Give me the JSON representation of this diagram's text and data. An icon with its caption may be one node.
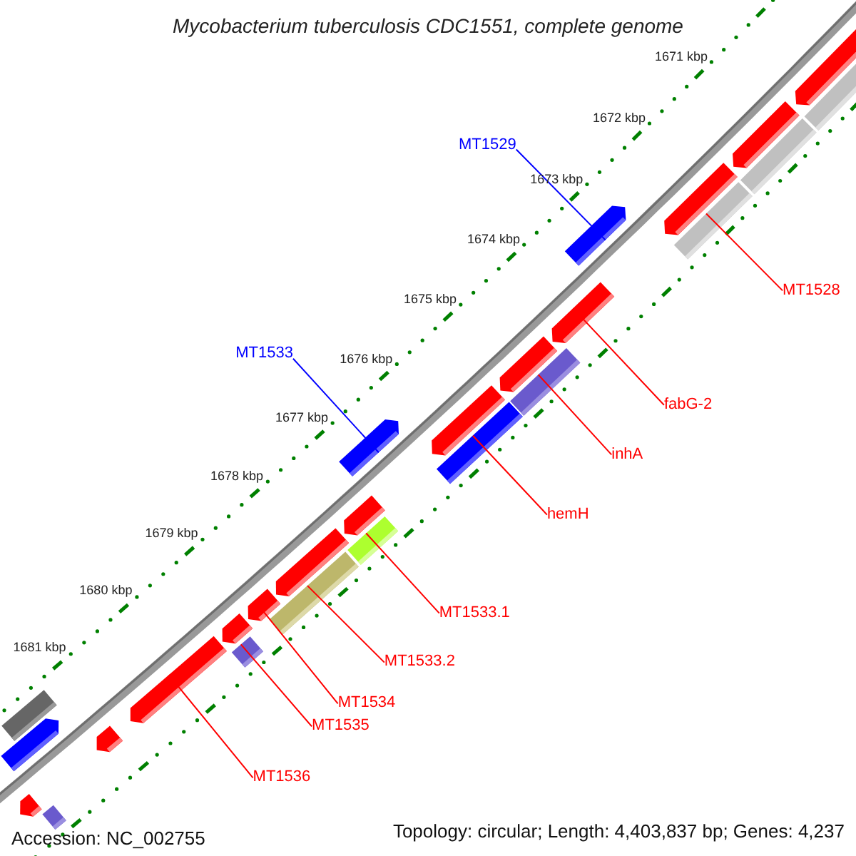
{
  "diagram": {
    "title": "Mycobacterium tuberculosis CDC1551, complete genome",
    "nodes": [
      {
        "text": [
          "MT1529"
        ]
      },
      {
        "text": [
          "MT1528"
        ]
      },
      {
        "text": [
          "MT1533"
        ]
      },
      {
        "text": [
          "fabG-2"
        ]
      },
      {
        "text": [
          "inhA"
        ]
      },
      {
        "text": [
          "hemH"
        ]
      },
      {
        "text": [
          "MT1533.1"
        ]
      },
      {
        "text": [
          "MT1533.2"
        ]
      },
      {
        "text": [
          "MT1534"
        ]
      },
      {
        "text": [
          "MT1535"
        ]
      },
      {
        "text": [
          "MT1536"
        ]
      },
      {
        "text": [],
        "shape": "bar"
      },
      {
        "text": [],
        "shape": "bar"
      },
      {
        "text": [],
        "shape": "bar"
      },
      {
        "text": [],
        "shape": "bar"
      },
      {
        "text": [],
        "shape": "bar"
      },
      {
        "text": [],
        "shape": "bar"
      },
      {
        "text": [],
        "shape": "bar"
      },
      {
        "text": [],
        "shape": "bar"
      },
      {
        "text": [],
        "shape": "bar"
      },
      {
        "text": [],
        "shape": "bar"
      },
      {
        "text": [],
        "shape": "bar"
      },
      {
        "text": [],
        "shape": "bar"
      },
      {
        "text": [],
        "shape": "bar"
      },
      {
        "text": [],
        "shape": "bar"
      },
      {
        "text": [],
        "shape": "bar"
      },
      {
        "text": [],
        "shape": "bar"
      },
      {
        "text": [],
        "shape": "bar"
      },
      {
        "text": [],
        "shape": "bar"
      },
      {
        "text": [],
        "shape": "bar"
      },
      {
        "text": [],
        "shape": "bar"
      },
      {
        "text": [],
        "shape": "bar"
      },
      {
        "text": [],
        "shape": "bar"
      },
      {
        "text": [],
        "shape": "bar"
      },
      {
        "text": [],
        "shape": "bar"
      },
      {
        "text": [],
        "shape": "bar"
      },
      {
        "text": [],
        "shape": "bar"
      }
    ],
    "edges": [
      {
        "from": 0,
        "to": 17,
        "arrow": "none",
        "color": "#0000ff"
      },
      {
        "from": 1,
        "to": 16,
        "arrow": "none"
      },
      {
        "from": 2,
        "to": 23,
        "arrow": "none",
        "color": "#0000ff"
      },
      {
        "from": 3,
        "to": 18,
        "arrow": "none"
      },
      {
        "from": 4,
        "to": 20,
        "arrow": "none"
      },
      {
        "from": 5,
        "to": 22,
        "arrow": "none"
      },
      {
        "from": 6,
        "to": 25,
        "arrow": "none"
      },
      {
        "from": 7,
        "to": 27,
        "arrow": "none"
      },
      {
        "from": 8,
        "to": 28,
        "arrow": "none"
      },
      {
        "from": 9,
        "to": 30,
        "arrow": "none"
      },
      {
        "from": 10,
        "to": 31,
        "arrow": "none"
      }
    ],
    "labels": [
      "1671 kbp",
      "1672 kbp",
      "1673 kbp",
      "1674 kbp",
      "1675 kbp",
      "1676 kbp",
      "1677 kbp",
      "1678 kbp",
      "1679 kbp",
      "1680 kbp",
      "1681 kbp",
      "Accession: NC_002755",
      "Topology: circular; Length: 4,403,837 bp; Genes: 4,237"
    ]
  }
}
